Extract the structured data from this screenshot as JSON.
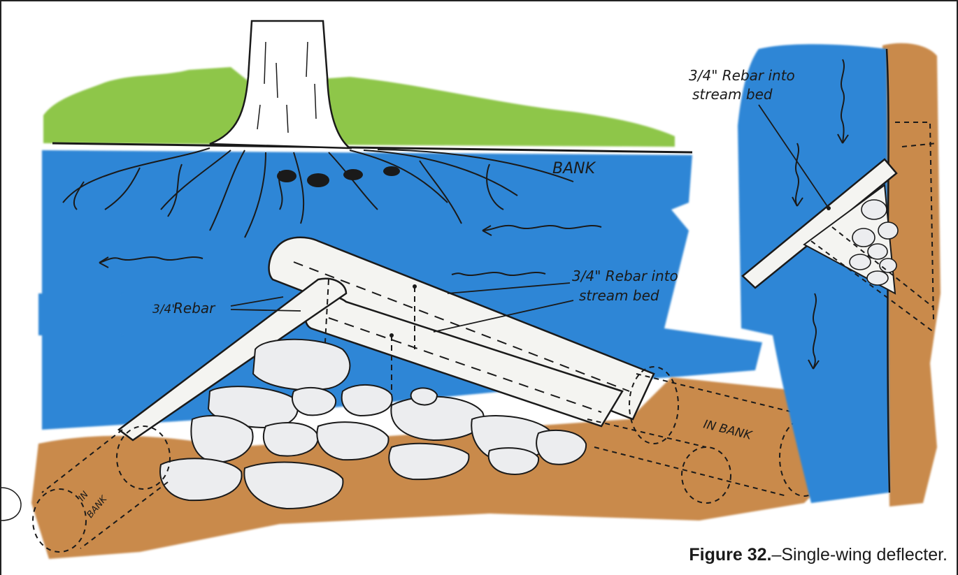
{
  "labels": {
    "bank": "BANK",
    "rebar_left_frac": "3/4\"",
    "rebar_left_word": "Rebar",
    "rebar_center_line1": "3/4\" Rebar into",
    "rebar_center_line2": "stream bed",
    "rebar_right_line1": "3/4\" Rebar into",
    "rebar_right_line2": "stream bed",
    "in_bank_right": "IN  BANK",
    "in_bank_left_1": "IN",
    "in_bank_left_2": "BANK"
  },
  "caption": {
    "figure": "Figure 32.",
    "text": "–Single-wing deflecter."
  },
  "colors": {
    "water": "#2f86d6",
    "grass": "#8ec64a",
    "earth": "#c98a4b",
    "log": "#f4f4f1",
    "rock": "#ecedef",
    "ink": "#1a1a1a"
  }
}
